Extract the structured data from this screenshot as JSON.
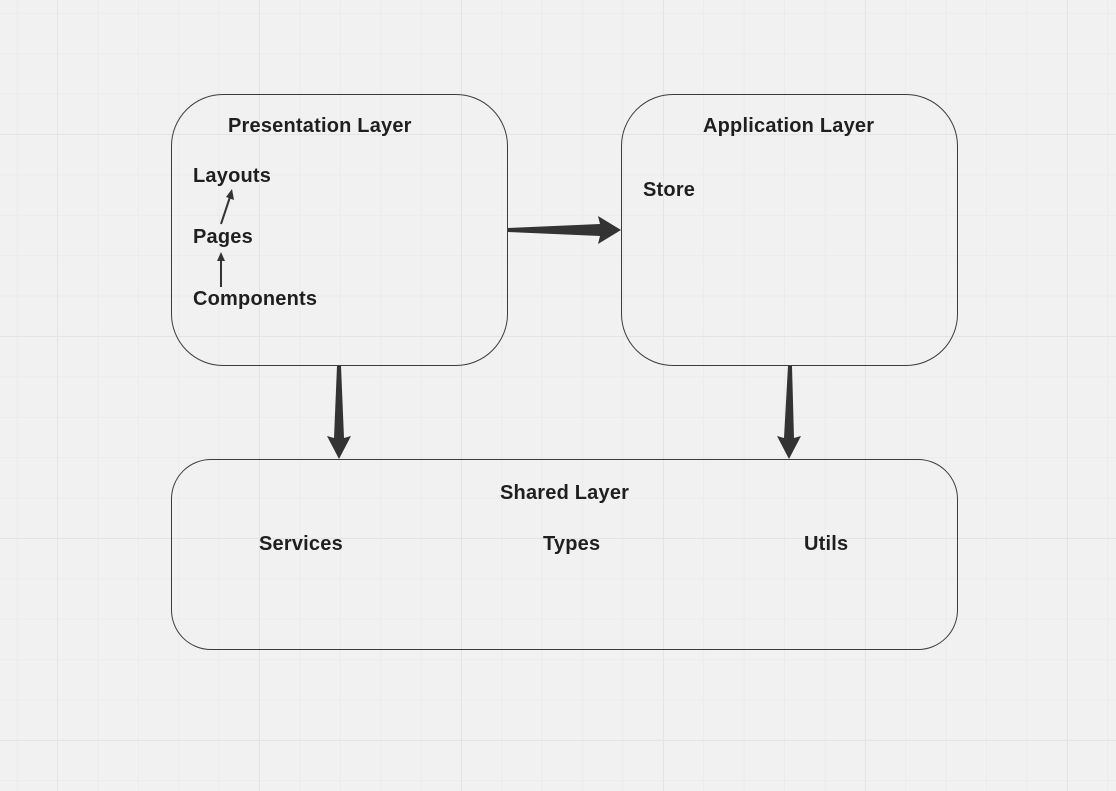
{
  "presentation_layer": {
    "title": "Presentation Layer",
    "items": [
      "Layouts",
      "Pages",
      "Components"
    ]
  },
  "application_layer": {
    "title": "Application Layer",
    "items": [
      "Store"
    ]
  },
  "shared_layer": {
    "title": "Shared Layer",
    "items": [
      "Services",
      "Types",
      "Utils"
    ]
  },
  "colors": {
    "canvas": "#f1f1f1",
    "grid": "#e4e4e4",
    "border": "#3c3c3c",
    "arrow": "#333333",
    "text": "#1f1f1f"
  }
}
